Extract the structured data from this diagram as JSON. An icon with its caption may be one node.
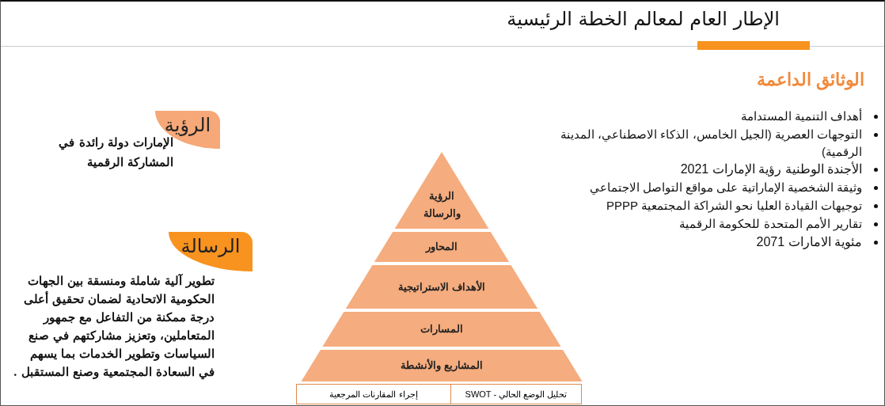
{
  "diagram": {
    "title": "الإطار العام لمعالم الخطة الرئيسية",
    "nodes": [
      {
        "text": [
          "الرؤية"
        ],
        "beside": [
          "الإمارات دولة رائدة في المشاركة الرقمية"
        ]
      },
      {
        "text": [
          "الرسالة"
        ],
        "beside": [
          "تطوير آلية شاملة ومنسقة بين الجهات الحكومية الاتحادية لضمان تحقيق أعلى درجة ممكنة من التفاعل مع جمهور المتعاملين، وتعزيز مشاركتهم في صنع السياسات وتطوير الخدمات بما يسهم في السعادة المجتمعية وصنع المستقبل ."
        ]
      },
      {
        "text": [
          "الرؤية والرسالة"
        ]
      },
      {
        "text": [
          "المحاور"
        ]
      },
      {
        "text": [
          "الأهداف الاستراتيجية"
        ]
      },
      {
        "text": [
          "المسارات"
        ]
      },
      {
        "text": [
          "المشاريع والأنشطة"
        ]
      },
      {
        "text": [
          "تحليل الوضع الحالي - SWOT"
        ]
      },
      {
        "text": [
          "إجراء المقارنات المرجعية"
        ]
      }
    ],
    "labels": [
      "الوثائق الداعمة",
      "أهداف التنمية المستدامة",
      "التوجهات العصرية (الجيل الخامس، الذكاء الاصطناعي، المدينة الرقمية)",
      "الأجندة الوطنية رؤية الإمارات 2021",
      "وثيقة الشخصية الإماراتية على مواقع التواصل الاجتماعي",
      "توجيهات القيادة العليا نحو الشراكة المجتمعية PPPP",
      "تقارير الأمم المتحدة للحكومة الرقمية",
      "مئوية الامارات 2071"
    ]
  }
}
